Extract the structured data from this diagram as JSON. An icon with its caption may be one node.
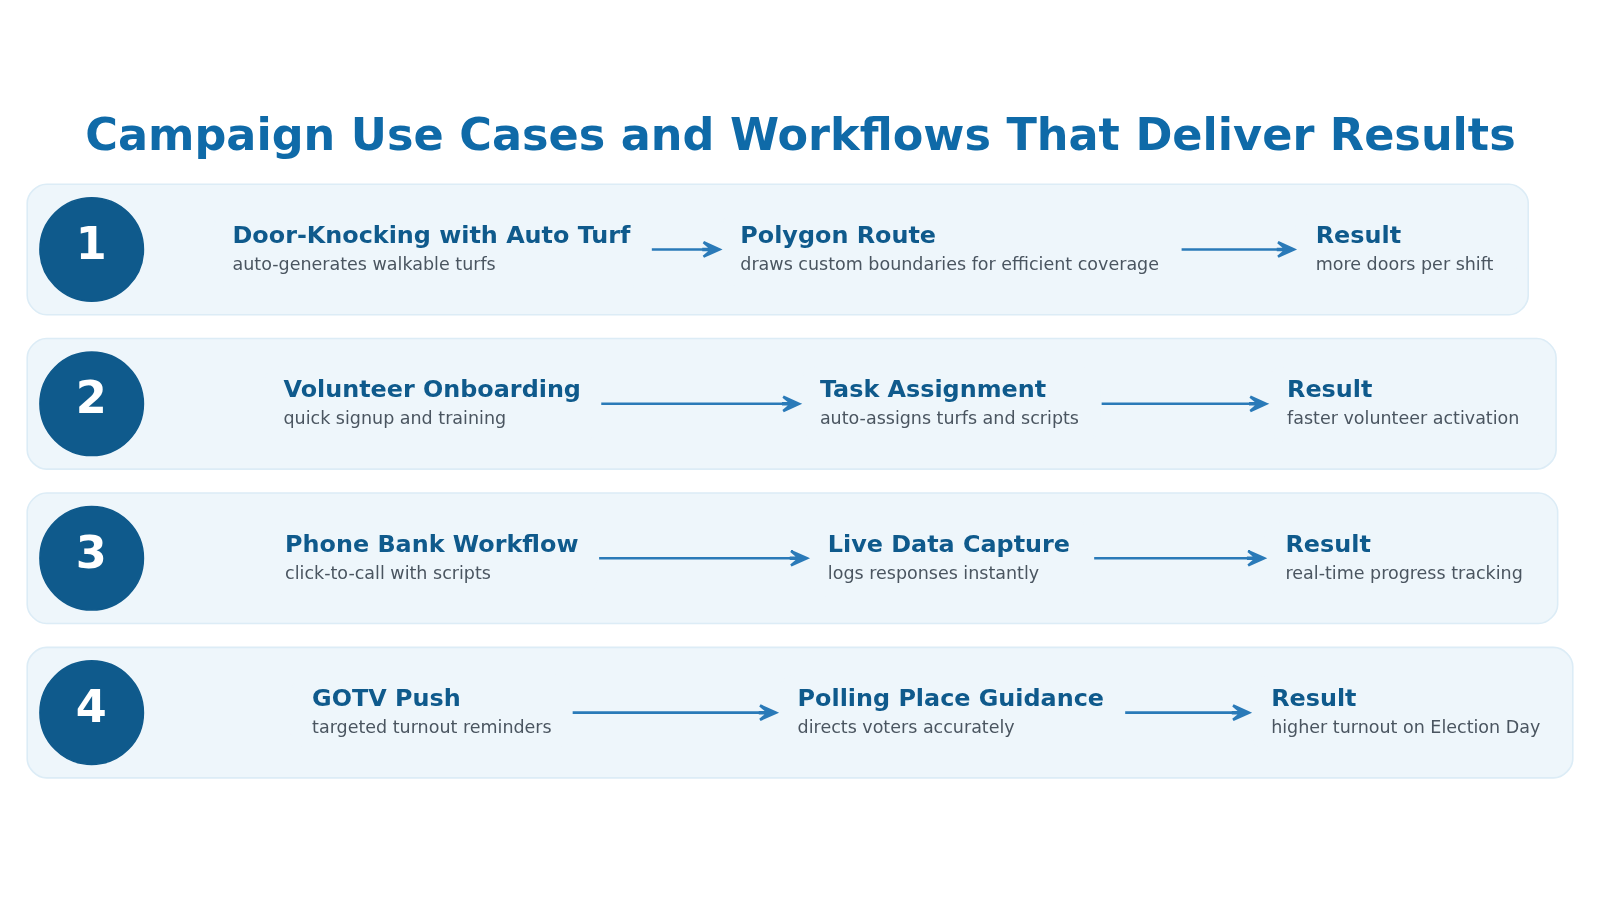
{
  "diagram": {
    "title": "Campaign Use Cases and Workflows That Deliver Results",
    "nodes": [
      {
        "text": [],
        "shape": "box"
      },
      {
        "text": [
          "1"
        ],
        "in": 0
      },
      {
        "text": [
          "Door-Knocking with Auto Turf",
          "auto-generates walkable turfs"
        ],
        "in": 0
      },
      {
        "text": [
          "Polygon Route",
          "draws custom boundaries for efficient coverage"
        ],
        "in": 0
      },
      {
        "text": [
          "Result",
          "more doors per shift"
        ],
        "in": 0
      },
      {
        "text": [],
        "shape": "box"
      },
      {
        "text": [
          "2"
        ],
        "in": 5
      },
      {
        "text": [
          "Volunteer Onboarding",
          "quick signup and training"
        ],
        "in": 5
      },
      {
        "text": [
          "Task Assignment",
          "auto-assigns turfs and scripts"
        ],
        "in": 5
      },
      {
        "text": [
          "Result",
          "faster volunteer activation"
        ],
        "in": 5
      },
      {
        "text": [],
        "shape": "box"
      },
      {
        "text": [
          "3"
        ],
        "in": 10
      },
      {
        "text": [
          "Phone Bank Workflow",
          "click-to-call with scripts"
        ],
        "in": 10
      },
      {
        "text": [
          "Live Data Capture",
          "logs responses instantly"
        ],
        "in": 10
      },
      {
        "text": [
          "Result",
          "real-time progress tracking"
        ],
        "in": 10
      },
      {
        "text": [],
        "shape": "box"
      },
      {
        "text": [
          "4"
        ],
        "in": 15
      },
      {
        "text": [
          "GOTV Push",
          "targeted turnout reminders"
        ],
        "in": 15
      },
      {
        "text": [
          "Polling Place Guidance",
          "directs voters accurately"
        ],
        "in": 15
      },
      {
        "text": [
          "Result",
          "higher turnout on Election Day"
        ],
        "in": 15
      }
    ],
    "edges": [
      {
        "from": 2,
        "to": 3,
        "arrow": "to"
      },
      {
        "from": 3,
        "to": 4,
        "arrow": "to"
      },
      {
        "from": 7,
        "to": 8,
        "arrow": "to"
      },
      {
        "from": 8,
        "to": 9,
        "arrow": "to"
      },
      {
        "from": 12,
        "to": 13,
        "arrow": "to"
      },
      {
        "from": 13,
        "to": 14,
        "arrow": "to"
      },
      {
        "from": 17,
        "to": 18,
        "arrow": "to"
      },
      {
        "from": 18,
        "to": 19,
        "arrow": "to"
      }
    ]
  }
}
